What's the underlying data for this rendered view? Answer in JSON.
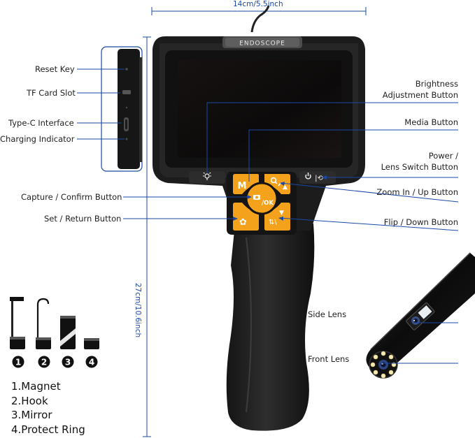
{
  "dimensions": {
    "width_label": "14cm/5.5inch",
    "height_label": "27cm/10.6inch"
  },
  "device": {
    "brand_label": "ENDOSCOPE",
    "key_m": "M",
    "key_ok": "/OK"
  },
  "callouts": {
    "reset_key": "Reset Key",
    "tf_card_slot": "TF Card Slot",
    "type_c_interface": "Type-C Interface",
    "charging_indicator": "Charging Indicator",
    "brightness_line1": "Brightness",
    "brightness_line2": "Adjustment Button",
    "media_button": "Media Button",
    "power_line1": "Power /",
    "power_line2": "Lens Switch Button",
    "capture_confirm": "Capture / Confirm Button",
    "zoom_in_up": "Zoom In / Up Button",
    "set_return": "Set / Return Button",
    "flip_down": "Flip / Down Button",
    "side_lens": "Side Lens",
    "front_lens": "Front Lens"
  },
  "accessories": {
    "numbers": [
      "1",
      "2",
      "3",
      "4"
    ],
    "items": [
      "1.Magnet",
      "2.Hook",
      "3.Mirror",
      "4.Protect Ring"
    ]
  },
  "colors": {
    "accent_orange": "#f4a21b",
    "dimension_blue": "#1a49a5",
    "body_black": "#1b1b1b"
  }
}
